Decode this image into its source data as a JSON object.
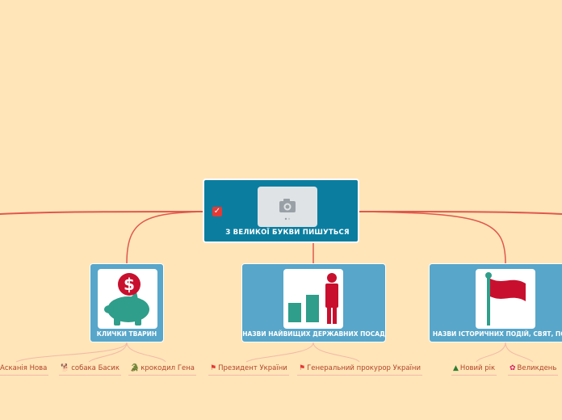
{
  "colors": {
    "background": "#ffe5b8",
    "root": "#0b7ea0",
    "subtopic": "#58a6c9",
    "link": "#e0584f",
    "leaf_text": "#b0442a"
  },
  "root": {
    "label": "З ВЕЛИКОЇ БУКВИ ПИШУТЬСЯ",
    "check_icon": "checkbox-checked-icon",
    "image_icon": "camera-icon"
  },
  "subtopics": [
    {
      "label": "КЛИЧКИ ТВАРИН",
      "icon": "piggy-bank-icon",
      "leaves": [
        {
          "label": "Асканія Нова",
          "icon": ""
        },
        {
          "label": "собака Басик",
          "icon": "dog-icon"
        },
        {
          "label": "крокодил Гена",
          "icon": "crocodile-icon"
        }
      ]
    },
    {
      "label": "НАЗВИ НАЙВИЩИХ ДЕРЖАВНИХ ПОСАД",
      "icon": "bar-chart-person-icon",
      "leaves": [
        {
          "label": "Президент України",
          "icon": "red-flag-icon"
        },
        {
          "label": "Генеральний прокурор України",
          "icon": "red-flag-icon"
        }
      ]
    },
    {
      "label": "НАЗВИ ІСТОРИЧНИХ ПОДІЙ, СВЯТ, ПОС",
      "icon": "flag-icon",
      "leaves": [
        {
          "label": "Новий рік",
          "icon": "tree-icon"
        },
        {
          "label": "Великдень",
          "icon": "flower-icon"
        }
      ]
    }
  ]
}
